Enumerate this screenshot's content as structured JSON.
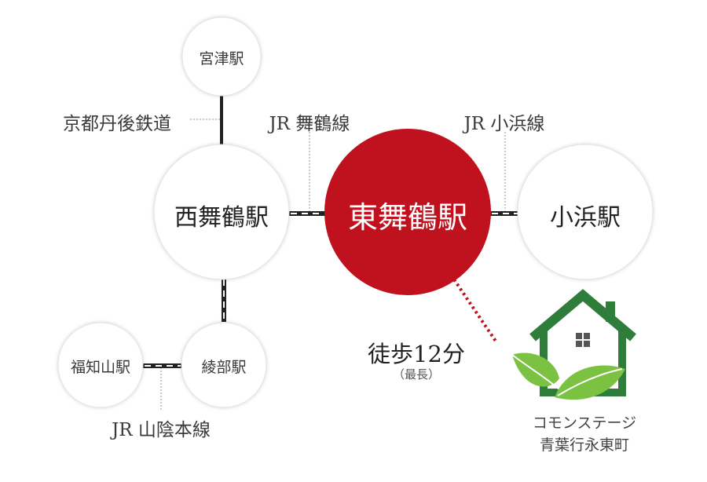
{
  "stations": {
    "miyazu": "宮津駅",
    "nishi_maizuru": "西舞鶴駅",
    "higashi_maizuru": "東舞鶴駅",
    "obama": "小浜駅",
    "fukuchiyama": "福知山駅",
    "ayabe": "綾部駅"
  },
  "lines": {
    "kyoto_tango": "京都丹後鉄道",
    "jr_maizuru": "JR 舞鶴線",
    "jr_obama": "JR 小浜線",
    "jr_sanin": "JR 山陰本線"
  },
  "walk": {
    "time": "徒歩12分",
    "note": "（最長）"
  },
  "property": {
    "name_line1": "コモンステージ",
    "name_line2": "青葉行永東町"
  },
  "colors": {
    "highlight": "#c0111f",
    "text": "#333333",
    "circle_border": "#dddddd",
    "house_green": "#2e7d3a",
    "leaf_green": "#7cc242"
  }
}
